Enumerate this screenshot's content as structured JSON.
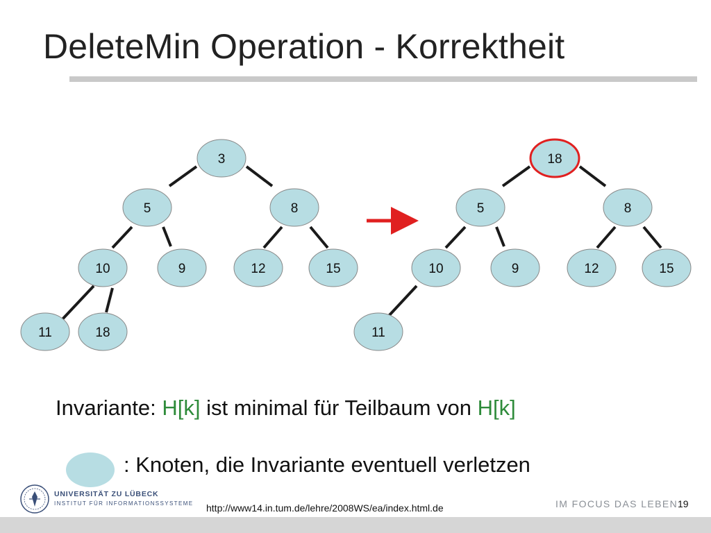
{
  "title": "DeleteMin Operation - Korrektheit",
  "colors": {
    "node_fill": "#b7dde3",
    "node_stroke": "#888888",
    "edge": "#1a1a1a",
    "highlight_ring": "#e02020",
    "arrow": "#e02020",
    "key_text": "#2e8b3a",
    "title_rule": "#c9c9c9"
  },
  "trees": {
    "before": {
      "nodes": [
        "3",
        "5",
        "8",
        "10",
        "9",
        "12",
        "15",
        "11",
        "18"
      ]
    },
    "after": {
      "nodes": [
        "18",
        "5",
        "8",
        "10",
        "9",
        "12",
        "15",
        "11"
      ],
      "highlighted_node": "18"
    },
    "transition_arrow": "right-arrow"
  },
  "invariant": {
    "prefix": "Invariante: ",
    "key1": "H[k]",
    "middle": " ist minimal für Teilbaum von ",
    "key2": "H[k]"
  },
  "legend": {
    "text": ": Knoten, die Invariante eventuell verletzen"
  },
  "footer": {
    "logo_line1": "UNIVERSITÄT ZU LÜBECK",
    "logo_line2": "INSTITUT FÜR INFORMATIONSSYSTEME",
    "url": "http://www14.in.tum.de/lehre/2008WS/ea/index.html.de",
    "slogan": "IM FOCUS DAS LEBEN",
    "page_number": "19"
  }
}
